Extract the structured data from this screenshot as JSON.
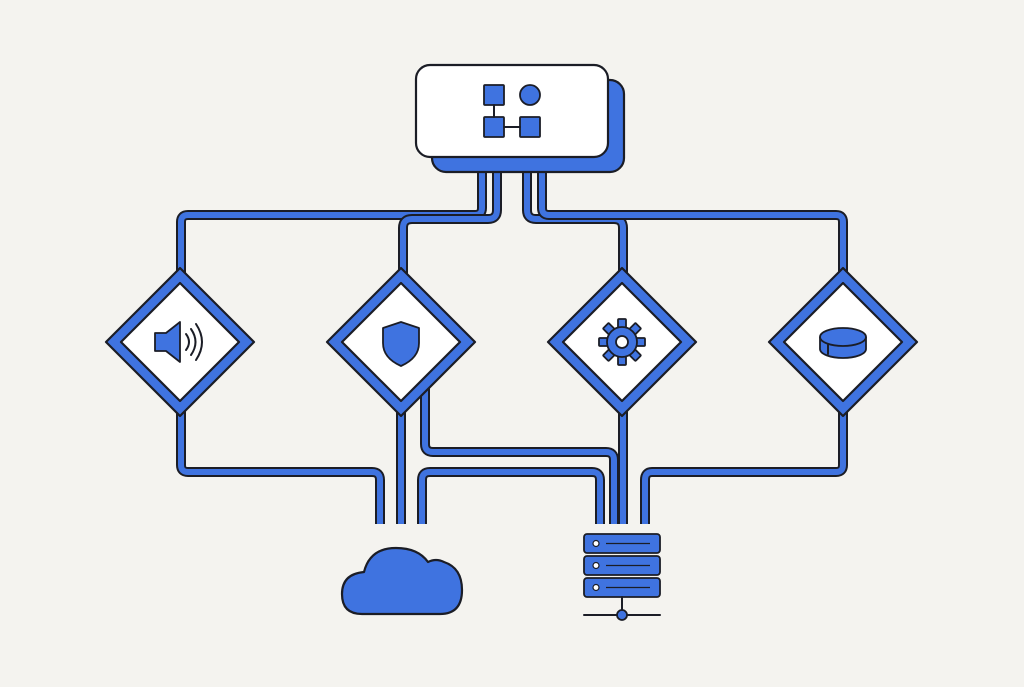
{
  "colors": {
    "background": "#f4f3ef",
    "accent": "#3f73e0",
    "stroke": "#1b1d26",
    "node_fill": "#ffffff"
  },
  "nodes": [
    {
      "id": "hub",
      "shape": "rounded-rect",
      "icon": "diagram-icon"
    },
    {
      "id": "audio",
      "shape": "diamond",
      "icon": "speaker-icon"
    },
    {
      "id": "security",
      "shape": "diamond",
      "icon": "shield-icon"
    },
    {
      "id": "settings",
      "shape": "diamond",
      "icon": "gear-icon"
    },
    {
      "id": "database",
      "shape": "diamond",
      "icon": "database-icon"
    },
    {
      "id": "cloud",
      "shape": "icon",
      "icon": "cloud-icon"
    },
    {
      "id": "server",
      "shape": "icon",
      "icon": "server-icon"
    }
  ],
  "edges": [
    {
      "from": "hub",
      "to": "audio"
    },
    {
      "from": "hub",
      "to": "security"
    },
    {
      "from": "hub",
      "to": "settings"
    },
    {
      "from": "hub",
      "to": "database"
    },
    {
      "from": "audio",
      "to": "cloud"
    },
    {
      "from": "security",
      "to": "cloud"
    },
    {
      "from": "security",
      "to": "server"
    },
    {
      "from": "settings",
      "to": "server"
    },
    {
      "from": "settings",
      "to": "cloud"
    },
    {
      "from": "database",
      "to": "server"
    }
  ]
}
